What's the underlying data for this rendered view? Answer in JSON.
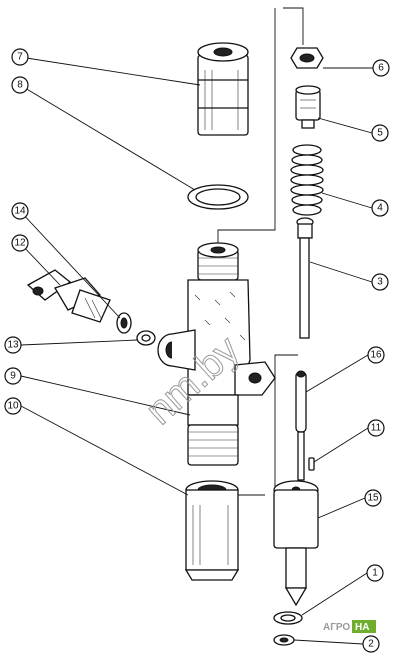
{
  "callouts": [
    {
      "id": "1",
      "label": "1"
    },
    {
      "id": "2",
      "label": "2"
    },
    {
      "id": "3",
      "label": "3"
    },
    {
      "id": "4",
      "label": "4"
    },
    {
      "id": "5",
      "label": "5"
    },
    {
      "id": "6",
      "label": "6"
    },
    {
      "id": "7",
      "label": "7"
    },
    {
      "id": "8",
      "label": "8"
    },
    {
      "id": "9",
      "label": "9"
    },
    {
      "id": "10",
      "label": "10"
    },
    {
      "id": "11",
      "label": "11"
    },
    {
      "id": "12",
      "label": "12"
    },
    {
      "id": "13",
      "label": "13"
    },
    {
      "id": "14",
      "label": "14"
    },
    {
      "id": "15",
      "label": "15"
    },
    {
      "id": "16",
      "label": "16"
    }
  ],
  "watermark": "nm.by",
  "logo": {
    "left": "АГРО",
    "right": "НА"
  },
  "colors": {
    "ink": "#111111",
    "logo_green": "#6fae2f",
    "watermark": "#9a9a9a"
  }
}
